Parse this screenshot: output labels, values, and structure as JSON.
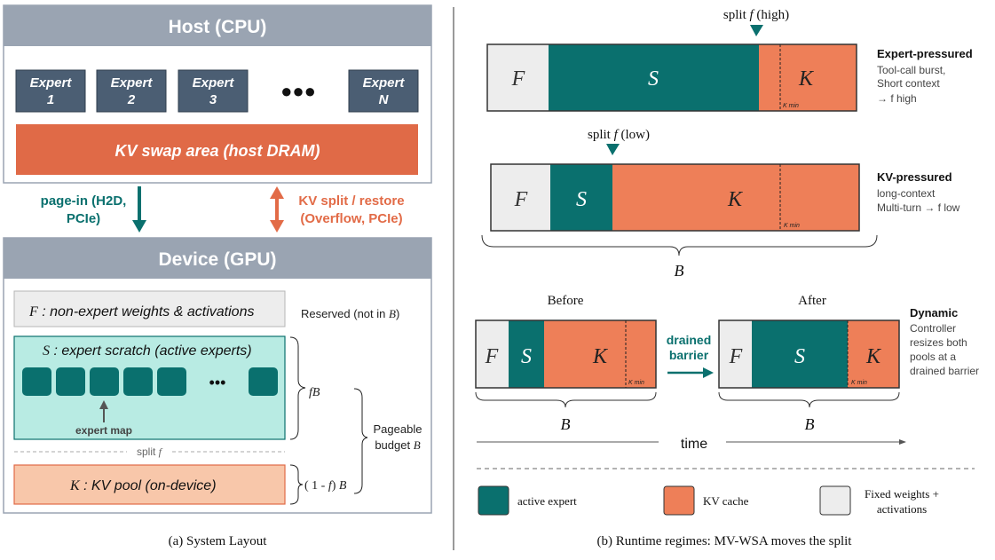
{
  "colors": {
    "teal": "#0a706e",
    "orange": "#ee7f58",
    "orange_dark": "#e06a47",
    "fixed": "#ededed",
    "header": "#9aa4b2",
    "expert_box": "#4b5e73",
    "scratch_bg": "#b8ebe3",
    "kvpool_bg": "#f8c7aa",
    "kv_arrow": "#e26b47"
  },
  "left": {
    "host_title": "Host (CPU)",
    "experts": [
      {
        "name": "Expert",
        "num": "1"
      },
      {
        "name": "Expert",
        "num": "2"
      },
      {
        "name": "Expert",
        "num": "3"
      },
      {
        "name": "Expert",
        "num": "N"
      }
    ],
    "ellipsis": "●●●",
    "kv_swap": "KV swap area (host DRAM)",
    "page_in": [
      "page-in (H2D,",
      "PCIe)"
    ],
    "kv_split": [
      "KV split / restore",
      "(Overflow, PCIe)"
    ],
    "device_title": "Device (GPU)",
    "f_sym": "F",
    "f_text": " : non-expert weights & activations",
    "reserved_pre": "Reserved (not in ",
    "reserved_sym": "B",
    "reserved_post": ")",
    "s_sym": "S",
    "s_text": " : expert scratch (active experts)",
    "slot_ellipsis": "•••",
    "expert_map": "expert map",
    "split_pre": "split ",
    "split_sym": "f",
    "k_sym": "K",
    "k_text": " : KV pool (on-device)",
    "fb": "fB",
    "one_minus": "( 1 - ",
    "one_minus_sym": "f",
    "one_minus_post": ") ",
    "one_minus_b": "B",
    "pageable": "Pageable",
    "budget_pre": "budget ",
    "budget_sym": "B",
    "caption": "(a) System Layout"
  },
  "right": {
    "split_high_pre": "split ",
    "split_high_sym": "f",
    "split_high_post": " (high)",
    "split_low_pre": "split ",
    "split_low_sym": "f",
    "split_low_post": " (low)",
    "F": "F",
    "S": "S",
    "K": "K",
    "kmin": "K min",
    "B": "B",
    "expert_pressured": {
      "title": "Expert-pressured",
      "lines": [
        "Tool-call burst,",
        "Short context",
        "→ f high"
      ]
    },
    "kv_pressured": {
      "title": "KV-pressured",
      "lines": [
        "long-context",
        "Multi-turn → f low"
      ]
    },
    "before": "Before",
    "after": "After",
    "drained": [
      "drained",
      "barrier"
    ],
    "dynamic": {
      "title": "Dynamic",
      "lines": [
        "Controller",
        "resizes both",
        "pools at a",
        "drained barrier"
      ]
    },
    "time": "time",
    "legend": [
      {
        "label": "active expert",
        "color": "#0a706e"
      },
      {
        "label": "KV cache",
        "color": "#ee7f58"
      },
      {
        "label": "Fixed weights +",
        "label2": "activations",
        "color": "#ededed"
      }
    ],
    "caption": "(b) Runtime regimes: MV-WSA moves the split"
  }
}
